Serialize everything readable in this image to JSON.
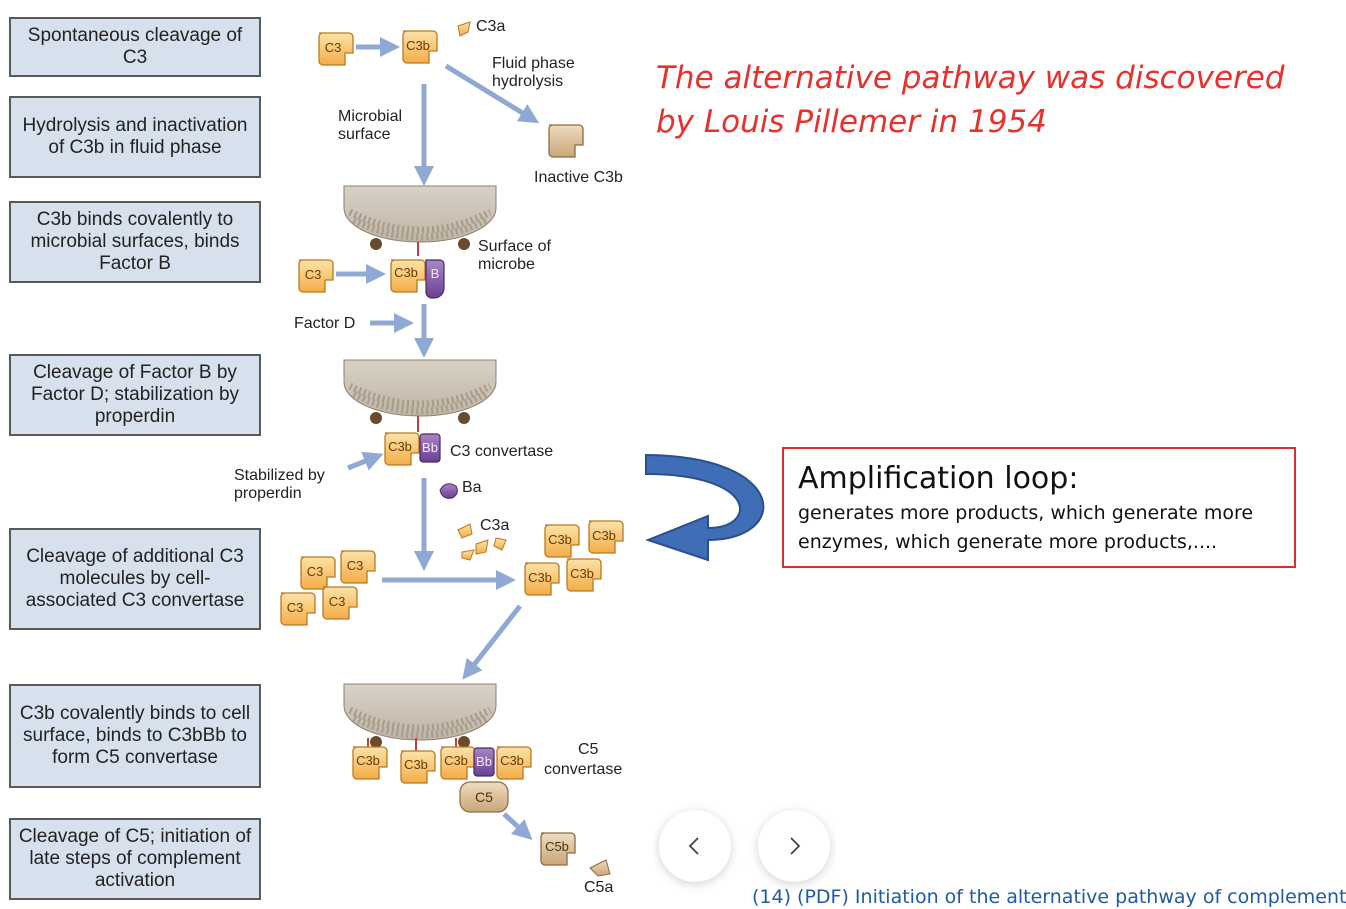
{
  "steps": [
    {
      "label": "Spontaneous cleavage of C3"
    },
    {
      "label": "Hydrolysis and inactivation of C3b in fluid phase"
    },
    {
      "label": "C3b binds covalently to microbial surfaces, binds Factor B"
    },
    {
      "label": "Cleavage of Factor B by Factor D; stabilization by properdin"
    },
    {
      "label": "Cleavage of additional C3 molecules by cell-associated C3 convertase"
    },
    {
      "label": "C3b covalently binds to cell surface, binds to C3bBb to form C5 convertase"
    },
    {
      "label": "Cleavage of C5; initiation of late steps of complement activation"
    }
  ],
  "diagram": {
    "c3": "C3",
    "c3b": "C3b",
    "c3a": "C3a",
    "b": "B",
    "bb": "Bb",
    "ba": "Ba",
    "c5": "C5",
    "c5b": "C5b",
    "c5a": "C5a",
    "fluid_phase": "Fluid phase",
    "hydrolysis": "hydrolysis",
    "microbial": "Microbial",
    "surface": "surface",
    "inactive_c3b": "Inactive C3b",
    "surface_of": "Surface of",
    "microbe": "microbe",
    "factor_d": "Factor D",
    "c3_convertase": "C3 convertase",
    "stabilized_by": "Stabilized by",
    "properdin": "properdin",
    "c5_label": "C5",
    "convertase": "convertase"
  },
  "annotation": {
    "title": "The alternative pathway was discovered by Louis Pillemer in 1954",
    "amp_heading": "Amplification loop:",
    "amp_desc": "generates more products, which generate more enzymes, which generate more products,...."
  },
  "nav": {
    "prev": "‹",
    "next": "›"
  },
  "source": "(14) (PDF) Initiation of the alternative pathway of complement"
}
